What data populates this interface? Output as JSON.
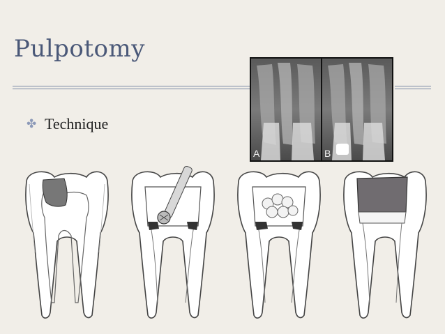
{
  "slide": {
    "title": "Pulpotomy",
    "bullet": {
      "icon": "cross-bullet-icon",
      "text": "Technique"
    }
  },
  "radiographs": [
    {
      "label": "A"
    },
    {
      "label": "B"
    }
  ],
  "illustrations": [
    {
      "name": "caries-lesion"
    },
    {
      "name": "round-bur-pulp-removal"
    },
    {
      "name": "cotton-pellet-hemostasis"
    },
    {
      "name": "restoration"
    }
  ],
  "colors": {
    "title": "#4a5878",
    "bullet_icon": "#8c99b8",
    "background": "#f1eee8"
  }
}
